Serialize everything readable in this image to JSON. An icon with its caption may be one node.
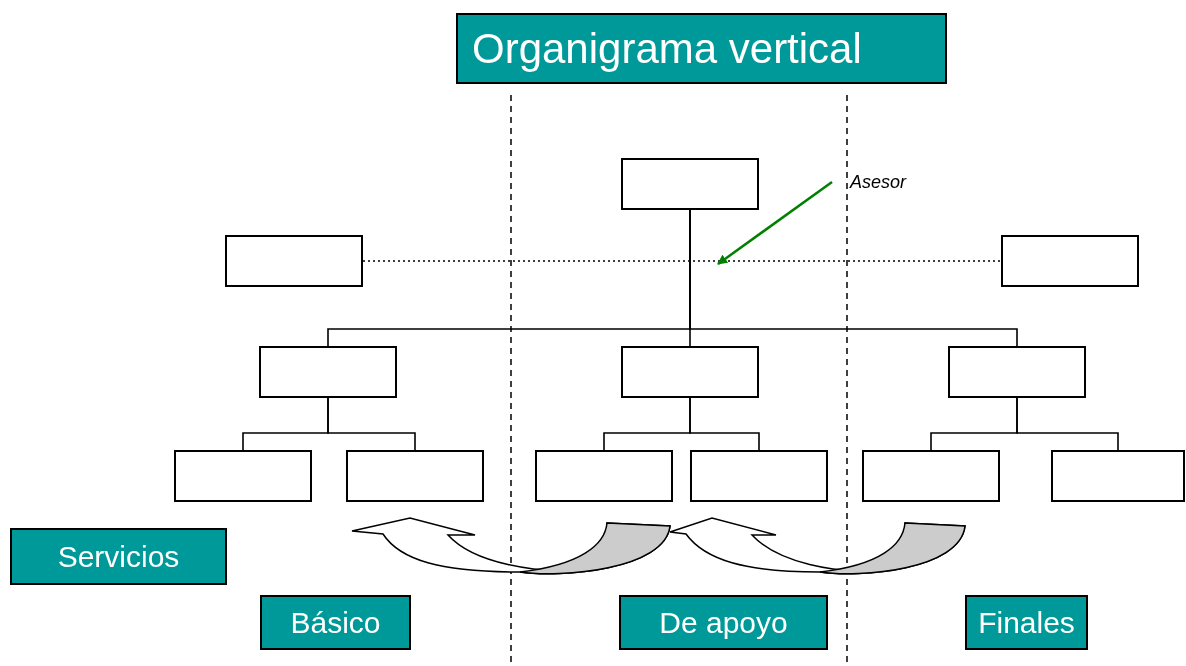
{
  "diagram": {
    "title": "Organigrama vertical",
    "nodes": [
      {
        "text": [],
        "shape": "box"
      },
      {
        "text": [],
        "shape": "box"
      },
      {
        "text": [],
        "shape": "box"
      },
      {
        "text": [],
        "shape": "box"
      },
      {
        "text": [],
        "shape": "box"
      },
      {
        "text": [],
        "shape": "box"
      },
      {
        "text": [],
        "shape": "box"
      },
      {
        "text": [],
        "shape": "box"
      },
      {
        "text": [],
        "shape": "box"
      },
      {
        "text": [],
        "shape": "box"
      },
      {
        "text": [],
        "shape": "box"
      },
      {
        "text": [],
        "shape": "box"
      },
      {
        "text": [
          "Asesor"
        ]
      },
      {
        "text": [
          "Servicios"
        ]
      },
      {
        "text": [
          "Básico"
        ]
      },
      {
        "text": [
          "De apoyo"
        ]
      },
      {
        "text": [
          "Finales"
        ]
      }
    ],
    "edges": [
      {
        "from": 0,
        "to": 3,
        "arrow": "none"
      },
      {
        "from": 0,
        "to": 4,
        "arrow": "none"
      },
      {
        "from": 0,
        "to": 5,
        "arrow": "none"
      },
      {
        "from": 1,
        "to": 2,
        "arrow": "none",
        "style": "dashed"
      },
      {
        "from": 3,
        "to": 6,
        "arrow": "none"
      },
      {
        "from": 3,
        "to": 7,
        "arrow": "none"
      },
      {
        "from": 4,
        "to": 8,
        "arrow": "none"
      },
      {
        "from": 4,
        "to": 9,
        "arrow": "none"
      },
      {
        "from": 5,
        "to": 10,
        "arrow": "none"
      },
      {
        "from": 5,
        "to": 11,
        "arrow": "none"
      },
      {
        "from": 12,
        "to": null,
        "arrow": "to",
        "color": "#008000"
      }
    ]
  }
}
